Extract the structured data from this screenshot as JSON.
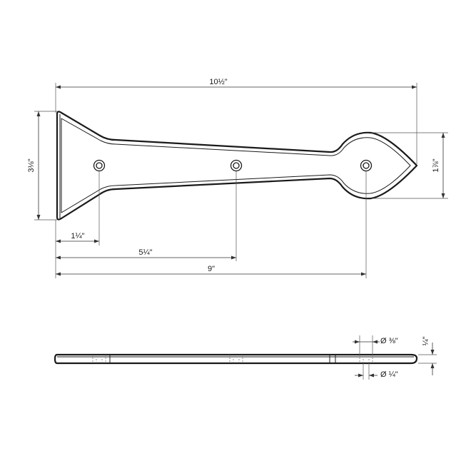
{
  "dimensions": {
    "overall_length": "10½\"",
    "top_height": "3⅛\"",
    "spear_height": "1⅞\"",
    "hole1_offset": "1¼\"",
    "hole2_offset": "5¼\"",
    "hole3_offset": "9\"",
    "hole_countersink_dia": "Ø ⅜\"",
    "hole_dia": "Ø ¼\"",
    "thickness": "¼\""
  }
}
